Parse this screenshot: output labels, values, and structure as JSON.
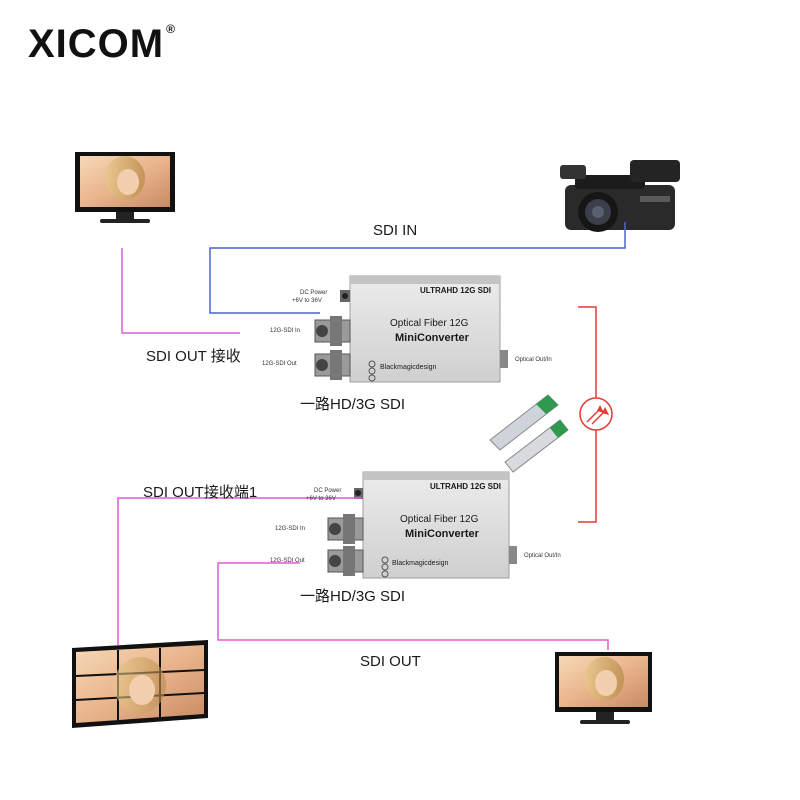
{
  "brand": {
    "name": "XICOM",
    "registered": "®"
  },
  "colors": {
    "sdi_in_line": "#4a63d8",
    "sdi_out_line": "#e05bd6",
    "fiber_line": "#e53935",
    "device_body": "#dcdcdc",
    "device_edge": "#9e9e9e"
  },
  "labels": {
    "sdi_in": "SDI IN",
    "sdi_out_receive": "SDI  OUT 接收",
    "one_channel_top": "一路HD/3G SDI",
    "sdi_out_receive_1": "SDI  OUT接收端1",
    "one_channel_bottom": "一路HD/3G SDI",
    "sdi_out": "SDI  OUT"
  },
  "device": {
    "brand_line": "ULTRAHD 12G SDI",
    "model": "MiniConverter",
    "model_sub": "Optical Fiber 12G",
    "maker": "Blackmagicdesign",
    "ports": {
      "dc_power": "DC Power",
      "power_range": "+6V to 36V",
      "sdi_in": "12G-SDI In",
      "sdi_out": "12G-SDI Out",
      "optical": "Optical Out/In"
    }
  },
  "icons": [
    "camera-icon",
    "monitor-icon",
    "video-wall-icon",
    "sfp-module-icon",
    "fiber-signal-icon"
  ]
}
